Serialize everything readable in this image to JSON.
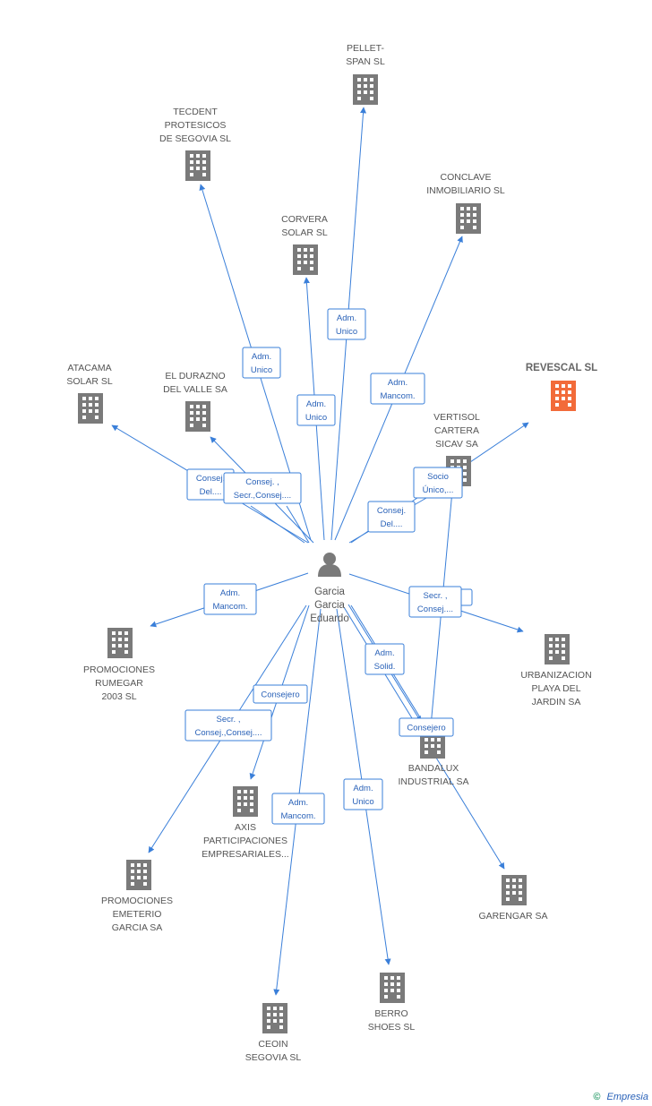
{
  "center": {
    "label": [
      "Garcia",
      "Garcia",
      "Eduardo"
    ],
    "icon": "person-icon"
  },
  "companies": [
    {
      "id": "pellet",
      "label": [
        "PELLET-",
        "SPAN  SL"
      ],
      "icon": "building-icon",
      "color": "#7a7a7a"
    },
    {
      "id": "tecdent",
      "label": [
        "TECDENT",
        "PROTESICOS",
        "DE SEGOVIA SL"
      ],
      "icon": "building-icon",
      "color": "#7a7a7a"
    },
    {
      "id": "conclave",
      "label": [
        "CONCLAVE",
        "INMOBILIARIO SL"
      ],
      "icon": "building-icon",
      "color": "#7a7a7a"
    },
    {
      "id": "corvera",
      "label": [
        "CORVERA",
        "SOLAR SL"
      ],
      "icon": "building-icon",
      "color": "#7a7a7a"
    },
    {
      "id": "atacama",
      "label": [
        "ATACAMA",
        "SOLAR SL"
      ],
      "icon": "building-icon",
      "color": "#7a7a7a"
    },
    {
      "id": "durazno",
      "label": [
        "EL DURAZNO",
        "DEL VALLE SA"
      ],
      "icon": "building-icon",
      "color": "#7a7a7a"
    },
    {
      "id": "revescal",
      "label": [
        "REVESCAL SL"
      ],
      "icon": "building-icon",
      "color": "#f26b3a",
      "main": true
    },
    {
      "id": "vertisol",
      "label": [
        "VERTISOL",
        "CARTERA",
        "SICAV SA"
      ],
      "icon": "building-icon",
      "color": "#7a7a7a"
    },
    {
      "id": "rumegar",
      "label": [
        "PROMOCIONES",
        "RUMEGAR",
        "2003  SL"
      ],
      "icon": "building-icon",
      "color": "#7a7a7a"
    },
    {
      "id": "urbanizacion",
      "label": [
        "URBANIZACION",
        "PLAYA DEL",
        "JARDIN SA"
      ],
      "icon": "building-icon",
      "color": "#7a7a7a"
    },
    {
      "id": "bandalux",
      "label": [
        "BANDALUX",
        "INDUSTRIAL SA"
      ],
      "icon": "building-icon",
      "color": "#7a7a7a"
    },
    {
      "id": "axis",
      "label": [
        "AXIS",
        "PARTICIPACIONES",
        "EMPRESARIALES..."
      ],
      "icon": "building-icon",
      "color": "#7a7a7a"
    },
    {
      "id": "emeterio",
      "label": [
        "PROMOCIONES",
        "EMETERIO",
        "GARCIA SA"
      ],
      "icon": "building-icon",
      "color": "#7a7a7a"
    },
    {
      "id": "garengar",
      "label": [
        "GARENGAR SA"
      ],
      "icon": "building-icon",
      "color": "#7a7a7a"
    },
    {
      "id": "berro",
      "label": [
        "BERRO",
        "SHOES SL"
      ],
      "icon": "building-icon",
      "color": "#7a7a7a"
    },
    {
      "id": "ceoin",
      "label": [
        "CEOIN",
        "SEGOVIA SL"
      ],
      "icon": "building-icon",
      "color": "#7a7a7a"
    }
  ],
  "relations": [
    {
      "id": "pellet",
      "label": [
        "Adm.",
        "Unico"
      ]
    },
    {
      "id": "tecdent",
      "label": [
        "Adm.",
        "Unico"
      ]
    },
    {
      "id": "corvera",
      "label": [
        "Adm.",
        "Unico"
      ]
    },
    {
      "id": "conclave",
      "label": [
        "Adm.",
        "Mancom."
      ]
    },
    {
      "id": "atacama",
      "label": [
        "Consej.",
        "Del...."
      ]
    },
    {
      "id": "durazno",
      "label": [
        "Consej. ,",
        "Secr.,Consej...."
      ]
    },
    {
      "id": "vertisol",
      "label": [
        "Consej.",
        "Del...."
      ]
    },
    {
      "id": "revescal",
      "label": [
        "Socio",
        "Único,..."
      ]
    },
    {
      "id": "rumegar",
      "label": [
        "Adm.",
        "Mancom."
      ]
    },
    {
      "id": "urbanizacion",
      "label": [
        "Secr. ,",
        "Consej...."
      ]
    },
    {
      "id": "bandalux_a",
      "label": [
        "Adm.",
        "Solid."
      ]
    },
    {
      "id": "bandalux_b",
      "label": [
        "Consejero"
      ]
    },
    {
      "id": "axis",
      "label": [
        "Consejero"
      ]
    },
    {
      "id": "emeterio",
      "label": [
        "Secr. ,",
        "Consej.,Consej...."
      ]
    },
    {
      "id": "ceoin",
      "label": [
        "Adm.",
        "Mancom."
      ]
    },
    {
      "id": "berro",
      "label": [
        "Adm.",
        "Unico"
      ]
    }
  ],
  "colors": {
    "edge": "#3a7fd9",
    "badge_text": "#2a62b8",
    "building": "#7a7a7a",
    "highlight": "#f26b3a",
    "person": "#7a7a7a"
  },
  "footer": {
    "copyright": "©",
    "brand": "Empresia"
  }
}
